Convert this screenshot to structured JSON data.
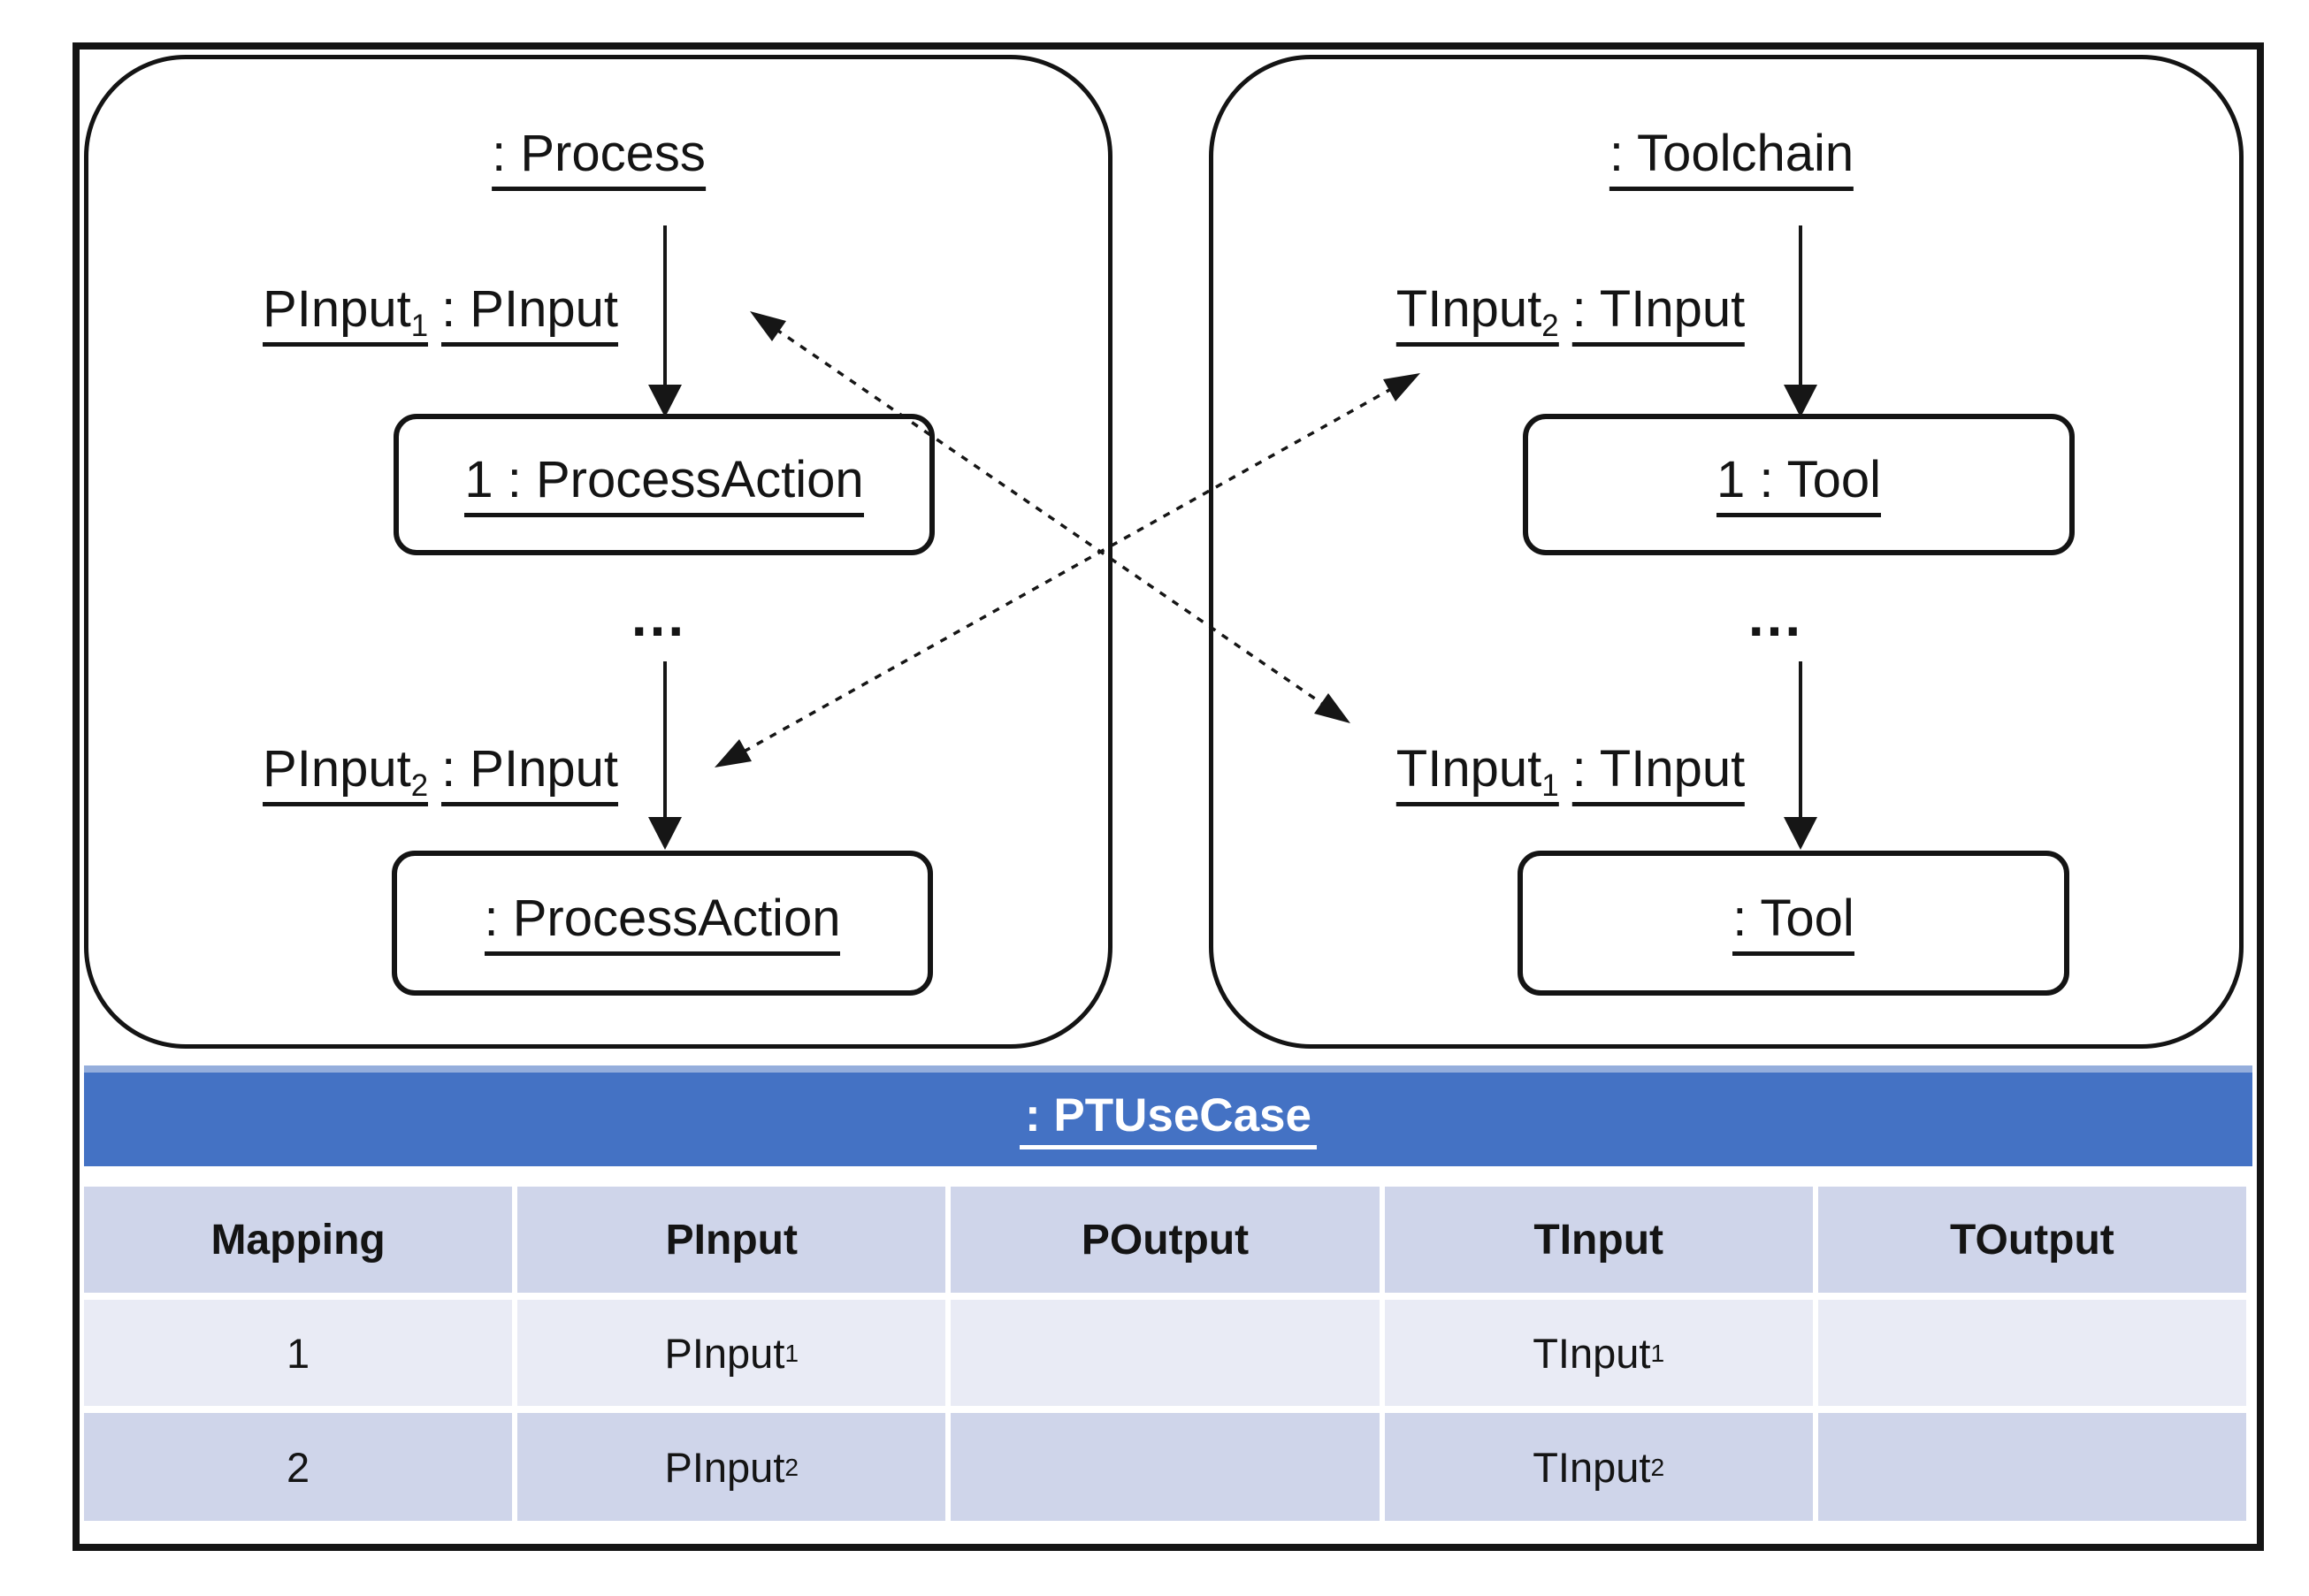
{
  "panels": {
    "left": {
      "title": ": Process",
      "label_top": {
        "base": "PInput",
        "sub": "1",
        "type": ": PInput"
      },
      "box_top": "1 : ProcessAction",
      "ellipsis": "...",
      "label_bottom": {
        "base": "PInput",
        "sub": "2",
        "type": ": PInput"
      },
      "box_bottom": ": ProcessAction"
    },
    "right": {
      "title": ": Toolchain",
      "label_top": {
        "base": "TInput",
        "sub": "2",
        "type": ": TInput"
      },
      "box_top": "1 : Tool",
      "ellipsis": "...",
      "label_bottom": {
        "base": "TInput",
        "sub": "1",
        "type": ": TInput"
      },
      "box_bottom": ": Tool"
    }
  },
  "table": {
    "title": ": PTUseCase",
    "columns": [
      "Mapping",
      "PInput",
      "POutput",
      "TInput",
      "TOutput"
    ],
    "rows": [
      {
        "mapping": "1",
        "pinput": {
          "base": "PInput",
          "sub": "1"
        },
        "poutput": "",
        "tinput": {
          "base": "TInput",
          "sub": "1"
        },
        "toutput": ""
      },
      {
        "mapping": "2",
        "pinput": {
          "base": "PInput",
          "sub": "2"
        },
        "poutput": "",
        "tinput": {
          "base": "TInput",
          "sub": "2"
        },
        "toutput": ""
      }
    ]
  },
  "colors": {
    "title_band_blue": "#4472C4",
    "title_band_top_edge": "#95AEDC",
    "row_band_dark": "#CFD5EA",
    "row_band_light": "#E9EBF5"
  }
}
